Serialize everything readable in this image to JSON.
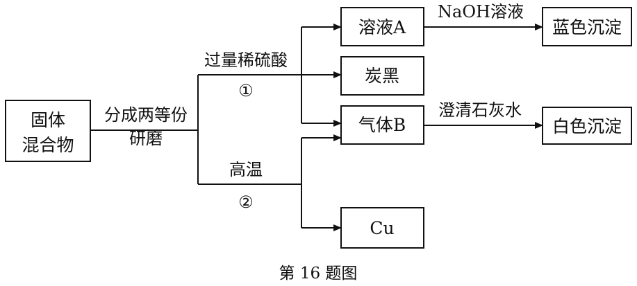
{
  "nodes": {
    "solid_mixture": {
      "line1": "固体",
      "line2": "混合物"
    },
    "solution_a": "溶液A",
    "carbon_black": "炭黑",
    "gas_b": "气体B",
    "copper": "Cu",
    "blue_precipitate": "蓝色沉淀",
    "white_precipitate": "白色沉淀"
  },
  "edges": {
    "split": {
      "line1": "分成两等份",
      "line2": "研磨"
    },
    "route1_reagent": "过量稀硫酸",
    "route1_number": "①",
    "route2_reagent": "高温",
    "route2_number": "②",
    "naoh": "NaOH溶液",
    "limewater": "澄清石灰水"
  },
  "caption": "第 16 题图"
}
